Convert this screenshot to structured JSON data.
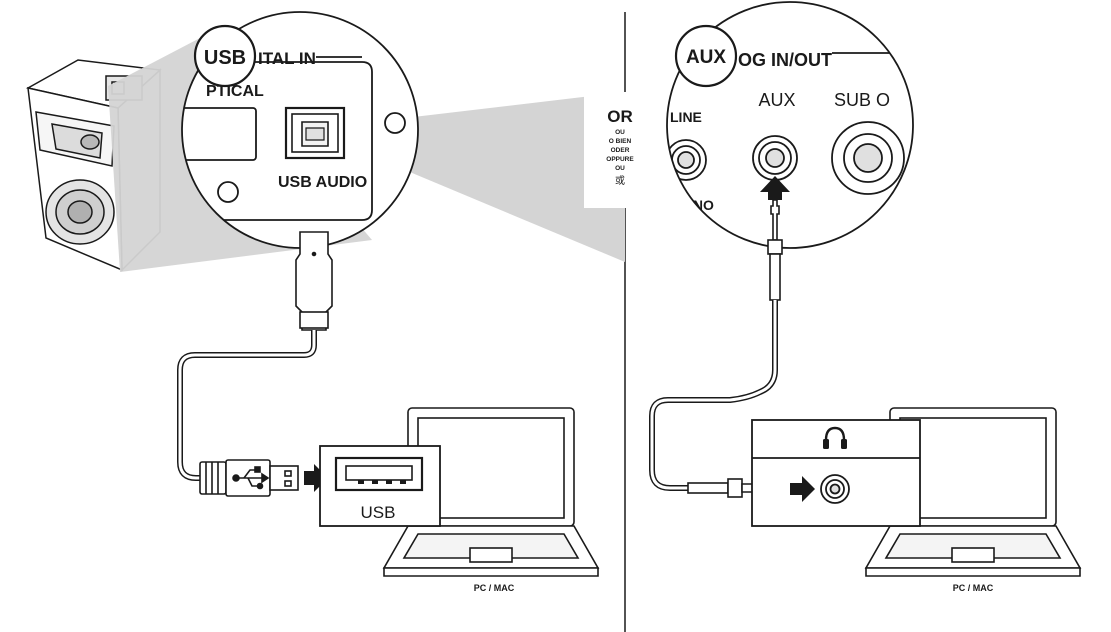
{
  "usb_panel": {
    "badge": "USB",
    "header": "ITAL IN",
    "optical_partial": "PTICAL",
    "port_label": "USB AUDIO",
    "computer_port_label": "USB",
    "computer_label": "PC / MAC"
  },
  "divider": {
    "or_main": "OR",
    "translations": [
      "OU",
      "O BIEN",
      "ODER",
      "OPPURE",
      "OU",
      "或"
    ]
  },
  "aux_panel": {
    "badge": "AUX",
    "header": "OG IN/OUT",
    "line_label": "LINE",
    "mono_partial": "ONO",
    "aux_label": "AUX",
    "sub_label_partial": "SUB O",
    "computer_label": "PC / MAC"
  },
  "icons": [
    "speaker-illustration",
    "usb-symbol-icon",
    "headphones-icon",
    "arrow-right-icon",
    "arrow-up-icon"
  ],
  "colors": {
    "line": "#1a1a1a",
    "zoom_shade": "#d4d4d4",
    "badge_fill": "#ffffff"
  }
}
